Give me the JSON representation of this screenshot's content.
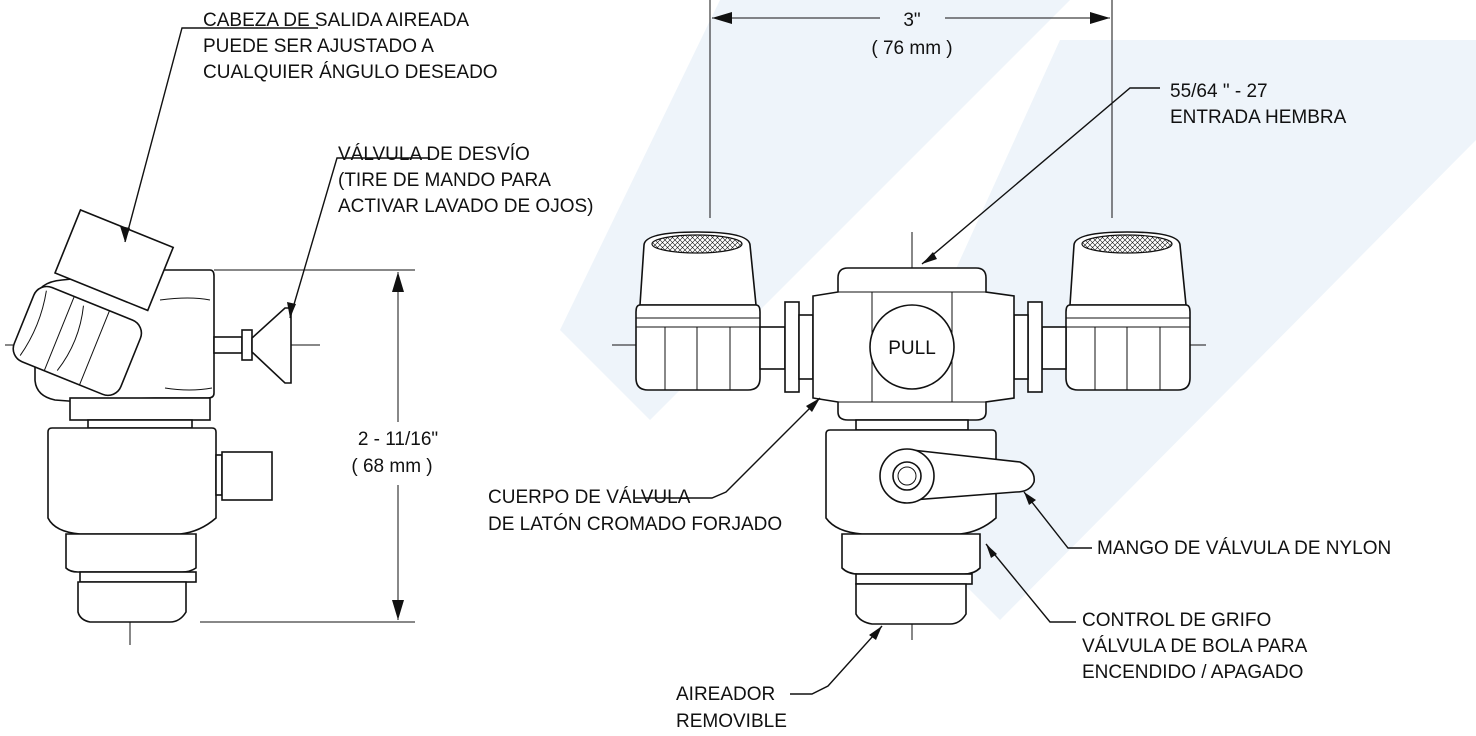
{
  "labels": {
    "aerated_head": [
      "CABEZA DE SALIDA AIREADA",
      "PUEDE SER AJUSTADO A",
      "CUALQUIER ÁNGULO DESEADO"
    ],
    "diverter_valve": [
      "VÁLVULA DE DESVÍO",
      "(TIRE DE MANDO PARA",
      "ACTIVAR LAVADO DE OJOS)"
    ],
    "width_dim": "3\"",
    "width_dim_mm": "( 76 mm )",
    "inlet": [
      "55/64 \" - 27",
      "ENTRADA HEMBRA"
    ],
    "pull": "PULL",
    "height_dim": "2 - 11/16\"",
    "height_dim_mm": "( 68 mm )",
    "valve_body": [
      "CUERPO DE VÁLVULA",
      "DE LATÓN CROMADO FORJADO"
    ],
    "handle": "MANGO DE VÁLVULA DE NYLON",
    "faucet_control": [
      "CONTROL DE GRIFO",
      "VÁLVULA DE BOLA PARA",
      "ENCENDIDO / APAGADO"
    ],
    "aerator": [
      "AIREADOR",
      "REMOVIBLE"
    ]
  },
  "colors": {
    "line": "#111111",
    "watermark": "#eef4fa",
    "background": "#ffffff"
  }
}
